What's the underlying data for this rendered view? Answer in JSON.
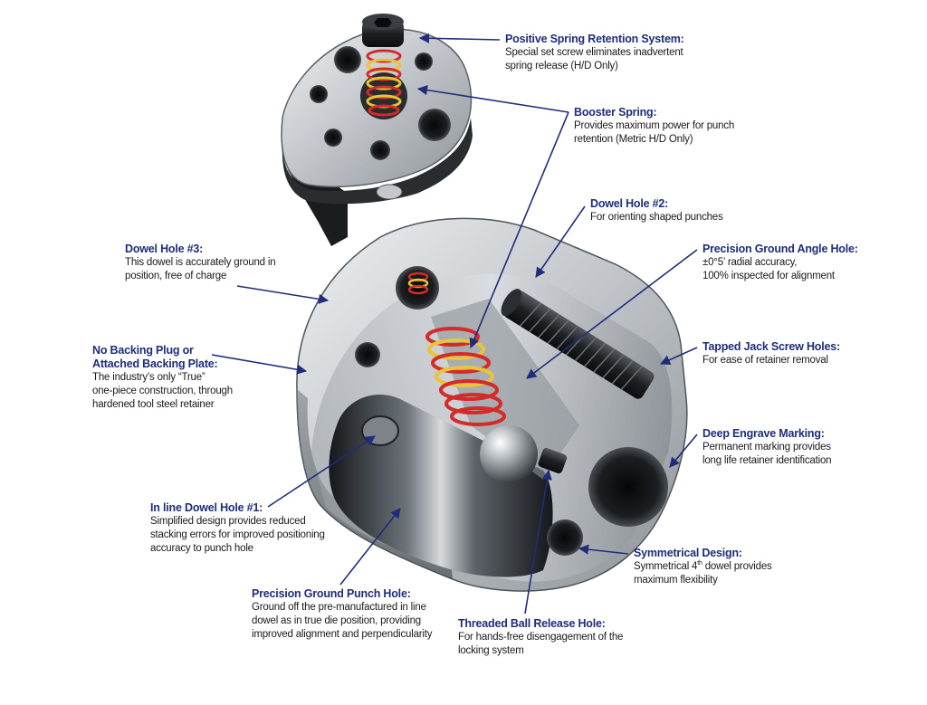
{
  "colors": {
    "title": "#1f2d7a",
    "arrow": "#1f2d7a",
    "text": "#1a1a1a",
    "steel_light": "#d9dcdf",
    "steel_dark": "#6f757b",
    "spring_red": "#d42a2a",
    "spring_yellow": "#e9c43a"
  },
  "callouts": {
    "spring_retention": {
      "title": "Positive Spring Retention System:",
      "lines": [
        "Special set screw eliminates inadvertent",
        "spring release (H/D Only)"
      ]
    },
    "booster_spring": {
      "title": "Booster Spring:",
      "lines": [
        "Provides maximum power for punch",
        "retention (Metric H/D Only)"
      ]
    },
    "dowel_hole_2": {
      "title": "Dowel Hole #2:",
      "lines": [
        "For orienting shaped punches"
      ]
    },
    "angle_hole": {
      "title": "Precision Ground Angle Hole:",
      "lines": [
        "±0°5’ radial accuracy,",
        "100% inspected for alignment"
      ]
    },
    "jack_screw": {
      "title": "Tapped Jack Screw Holes:",
      "lines": [
        "For ease of retainer removal"
      ]
    },
    "engrave": {
      "title": "Deep Engrave Marking:",
      "lines": [
        "Permanent marking provides",
        "long life retainer identification"
      ]
    },
    "symmetrical": {
      "title": "Symmetrical Design:",
      "line1_pre": "Symmetrical 4",
      "line1_sup": "th",
      "line1_post": " dowel provides",
      "line2": "maximum flexibility"
    },
    "ball_release": {
      "title": "Threaded Ball Release Hole:",
      "lines": [
        "For hands-free disengagement of the",
        "locking system"
      ]
    },
    "punch_hole": {
      "title": "Precision Ground Punch Hole:",
      "lines": [
        "Ground off the pre-manufactured in line",
        "dowel as in true die position, providing",
        "improved alignment and perpendicularity"
      ]
    },
    "dowel_hole_1": {
      "title": "In line Dowel Hole #1:",
      "lines": [
        "Simplified design provides reduced",
        "stacking errors for improved positioning",
        "accuracy to punch hole"
      ]
    },
    "backing_plug": {
      "title_lines": [
        "No Backing Plug or",
        "Attached Backing Plate:"
      ],
      "lines": [
        "The industry’s only “True”",
        "one-piece construction, through",
        "hardened tool steel retainer"
      ]
    },
    "dowel_hole_3": {
      "title": "Dowel Hole #3:",
      "lines": [
        "This dowel is accurately ground in",
        "position, free of charge"
      ]
    }
  }
}
